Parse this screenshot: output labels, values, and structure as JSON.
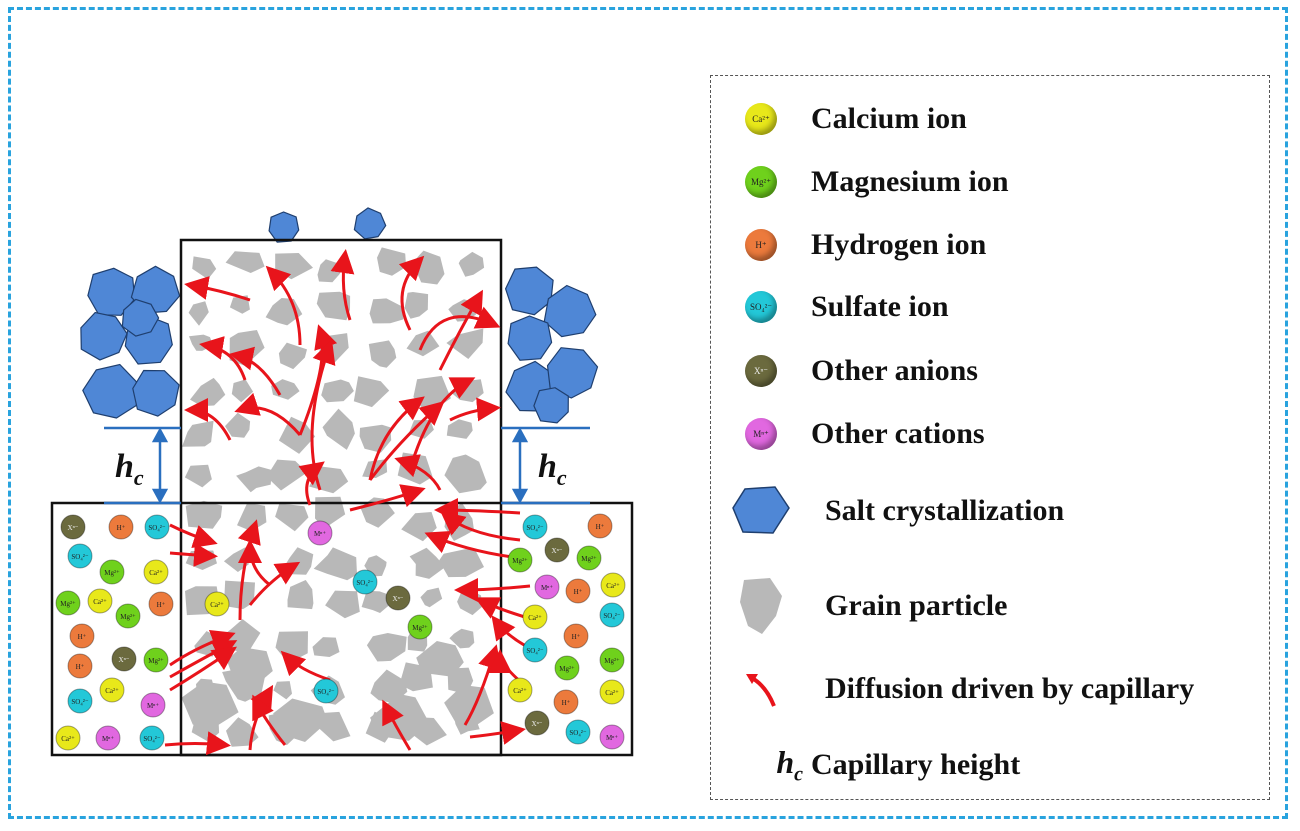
{
  "legend": {
    "items": [
      {
        "symbol": "ion",
        "ion_label": "Ca²⁺",
        "color": "#e8e81a",
        "label": "Calcium ion"
      },
      {
        "symbol": "ion",
        "ion_label": "Mg²⁺",
        "color": "#6fd11c",
        "label": "Magnesium ion"
      },
      {
        "symbol": "ion",
        "ion_label": "H⁺",
        "color": "#ec7a3c",
        "label": "Hydrogen ion"
      },
      {
        "symbol": "ion",
        "ion_label": "SO₄²⁻",
        "color": "#23c8d8",
        "label": "Sulfate ion"
      },
      {
        "symbol": "ion",
        "ion_label": "Xⁿ⁻",
        "color": "#6b6a3e",
        "label": "Other anions"
      },
      {
        "symbol": "ion",
        "ion_label": "Mⁿ⁺",
        "color": "#e168e0",
        "label": "Other cations"
      },
      {
        "symbol": "salt-crystal",
        "color": "#4f87d6",
        "label": "Salt crystallization"
      },
      {
        "symbol": "grain-particle",
        "color": "#b8b8b8",
        "label": "Grain particle"
      },
      {
        "symbol": "diffusion-arrow",
        "color": "#e8141b",
        "label": "Diffusion driven by capillary"
      },
      {
        "symbol": "hc",
        "label": "Capillary height"
      }
    ]
  },
  "diagram": {
    "capillary_height_label": "h",
    "capillary_height_subscript": "c"
  },
  "colors": {
    "frame": "#29a3de",
    "salt": "#4f87d6",
    "grain": "#b8b8b8",
    "arrow": "#e8141b",
    "hc_line": "#2a6fbf"
  }
}
